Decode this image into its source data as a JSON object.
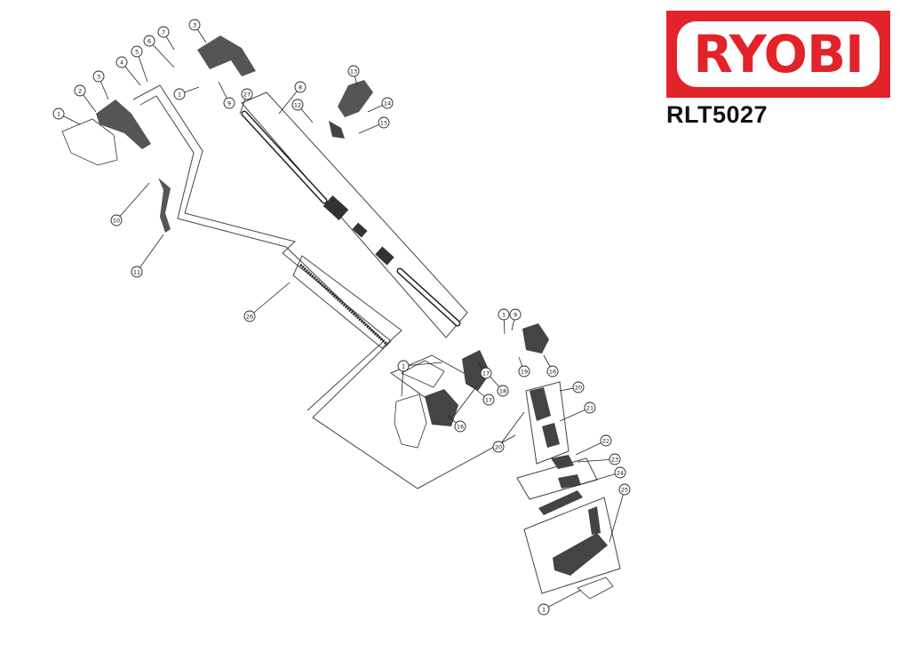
{
  "brand": {
    "name": "RYOBI",
    "model": "RLT5027",
    "color": "#e2232a"
  },
  "callouts": [
    "1",
    "2",
    "3",
    "4",
    "5",
    "6",
    "7",
    "3",
    "1",
    "9",
    "27",
    "8",
    "13",
    "14",
    "12",
    "15",
    "10",
    "11",
    "26",
    "1",
    "9",
    "16",
    "19",
    "17",
    "18",
    "17",
    "1",
    "16",
    "20",
    "21",
    "20",
    "22",
    "23",
    "24",
    "25",
    "1"
  ]
}
